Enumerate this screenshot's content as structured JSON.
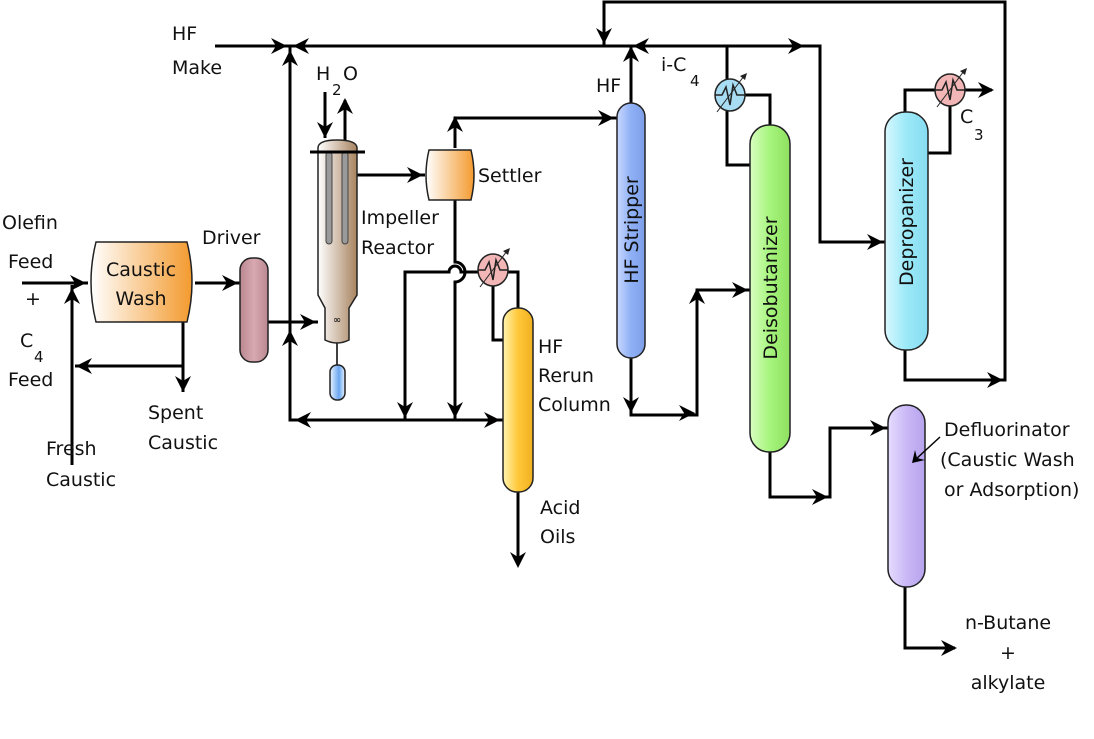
{
  "title": "HF Alkylation Process Flow",
  "labels": {
    "hf_make": [
      "HF",
      "Make"
    ],
    "h2o": {
      "main_h": "H",
      "sub": "2",
      "main_o": "O"
    },
    "olefin_feed": [
      "Olefin",
      "Feed"
    ],
    "plus": "+",
    "c4_feed": {
      "main": "C",
      "sub": "4",
      "line2": "Feed"
    },
    "fresh_caustic": [
      "Fresh",
      "Caustic"
    ],
    "spent_caustic": [
      "Spent",
      "Caustic"
    ],
    "caustic_wash": [
      "Caustic",
      "Wash"
    ],
    "driver": "Driver",
    "impeller_reactor": [
      "Impeller",
      "Reactor"
    ],
    "settler": "Settler",
    "hf_rerun_column": [
      "HF",
      "Rerun",
      "Column"
    ],
    "acid_oils": [
      "Acid",
      "Oils"
    ],
    "hf": "HF",
    "hf_stripper": "HF Stripper",
    "ic4": {
      "main": "i-C",
      "sub": "4"
    },
    "deisobutanizer": "Deisobutanizer",
    "depropanizer": "Depropanizer",
    "c3": {
      "main": "C",
      "sub": "3"
    },
    "defluorinator": [
      "Defluorinator",
      "(Caustic Wash",
      "or Adsorption)"
    ],
    "product": [
      "n-Butane",
      "+",
      "alkylate"
    ]
  },
  "colors": {
    "caustic_wash": "#f39a2e",
    "settler": "#f39a2e",
    "driver": "#c8939c",
    "reactor": "#b08e6e",
    "rerun_column": "#ffc83a",
    "hf_stripper": "#8fb0f5",
    "deisobutanizer": "#a6f47c",
    "depropanizer": "#9be9f8",
    "defluorinator": "#c9b8f5",
    "exchanger_hot": "#f2b6b6",
    "exchanger_cold": "#a8dcf2"
  }
}
